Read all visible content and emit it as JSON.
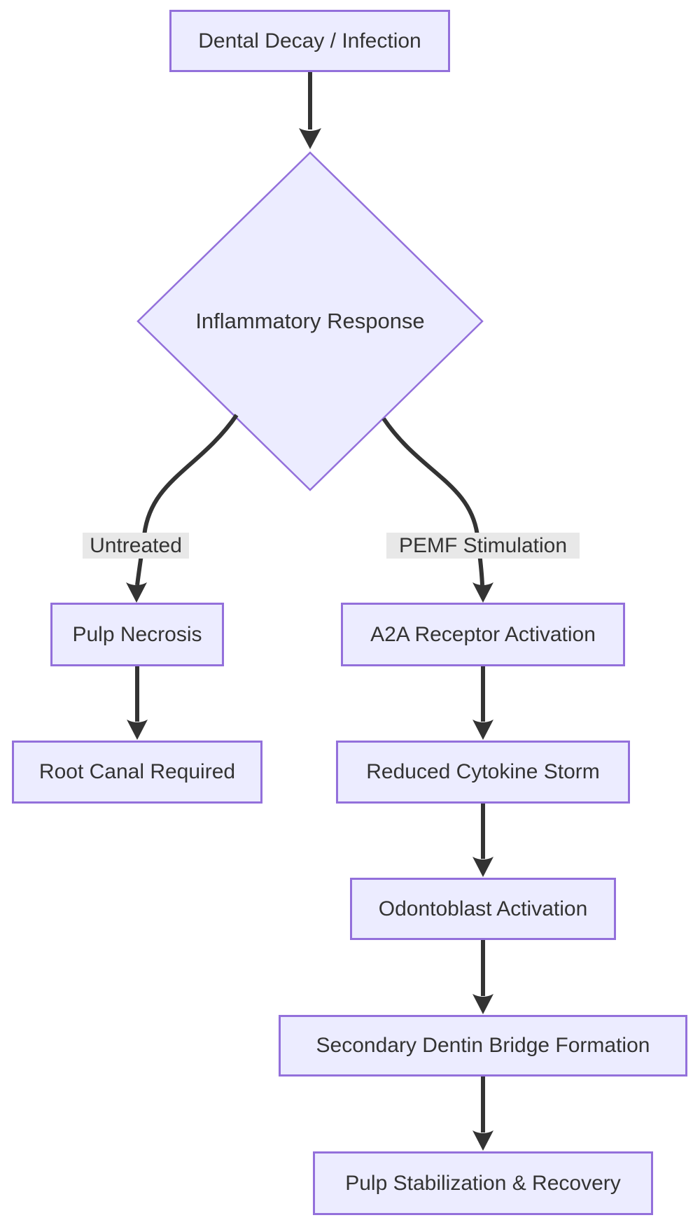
{
  "diagram": {
    "type": "flowchart",
    "direction": "top-down",
    "nodes": [
      {
        "id": "start",
        "label": "Dental Decay / Infection",
        "shape": "rectangle"
      },
      {
        "id": "decision",
        "label": "Inflammatory Response",
        "shape": "diamond"
      },
      {
        "id": "necrosis",
        "label": "Pulp Necrosis",
        "shape": "rectangle"
      },
      {
        "id": "rootcanal",
        "label": "Root Canal Required",
        "shape": "rectangle"
      },
      {
        "id": "a2a",
        "label": "A2A Receptor Activation",
        "shape": "rectangle"
      },
      {
        "id": "cytokine",
        "label": "Reduced Cytokine Storm",
        "shape": "rectangle"
      },
      {
        "id": "odontoblast",
        "label": "Odontoblast Activation",
        "shape": "rectangle"
      },
      {
        "id": "dentin",
        "label": "Secondary Dentin Bridge Formation",
        "shape": "rectangle"
      },
      {
        "id": "recovery",
        "label": "Pulp Stabilization & Recovery",
        "shape": "rectangle"
      }
    ],
    "edges": [
      {
        "from": "start",
        "to": "decision",
        "label": ""
      },
      {
        "from": "decision",
        "to": "necrosis",
        "label": "Untreated"
      },
      {
        "from": "decision",
        "to": "a2a",
        "label": "PEMF Stimulation"
      },
      {
        "from": "necrosis",
        "to": "rootcanal",
        "label": ""
      },
      {
        "from": "a2a",
        "to": "cytokine",
        "label": ""
      },
      {
        "from": "cytokine",
        "to": "odontoblast",
        "label": ""
      },
      {
        "from": "odontoblast",
        "to": "dentin",
        "label": ""
      },
      {
        "from": "dentin",
        "to": "recovery",
        "label": ""
      }
    ],
    "colors": {
      "node_fill": "#ECECFF",
      "node_border": "#9370DB",
      "node_text": "#333333",
      "edge_line": "#333333",
      "edge_label_bg": "#e8e8e8",
      "background": "#ffffff"
    }
  }
}
